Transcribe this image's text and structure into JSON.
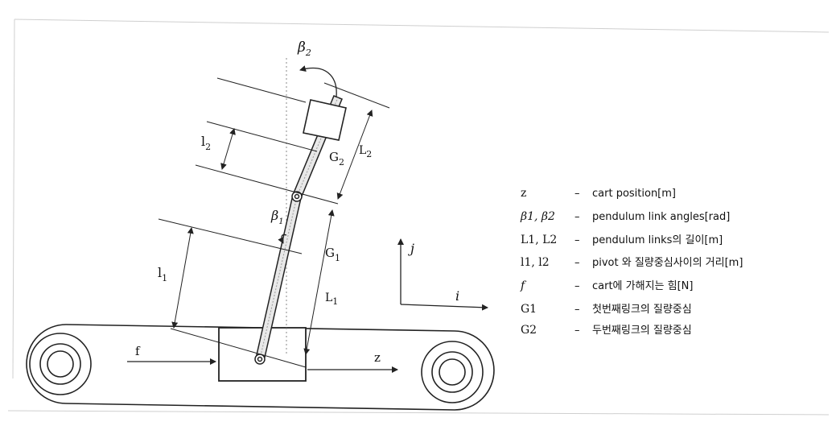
{
  "diagram": {
    "labels": {
      "beta2": "β",
      "beta2_sub": "2",
      "beta1": "β",
      "beta1_sub": "1",
      "l2": "l",
      "l2_sub": "2",
      "L2": "L",
      "L2_sub": "2",
      "G2": "G",
      "G2_sub": "2",
      "G1": "G",
      "G1_sub": "1",
      "l1": "l",
      "l1_sub": "1",
      "L1": "L",
      "L1_sub": "1",
      "f": "f",
      "z": "z",
      "axis_i": "i",
      "axis_j": "j"
    },
    "legend": [
      {
        "symbol": "z",
        "dash": "–",
        "text": "cart position[m]"
      },
      {
        "symbol": "β1, β2",
        "dash": "–",
        "text": "pendulum link angles[rad]"
      },
      {
        "symbol": "L1, L2",
        "dash": "–",
        "text": "pendulum links의 길이[m]"
      },
      {
        "symbol": "l1, l2",
        "dash": "–",
        "text": "pivot 와  질량중심사이의 거리[m]"
      },
      {
        "symbol": "f",
        "dash": "–",
        "text": "cart에 가해지는 힘[N]"
      },
      {
        "symbol": "G1",
        "dash": "–",
        "text": "첫번째링크의 질량중심"
      },
      {
        "symbol": "G2",
        "dash": "–",
        "text": "두번째링크의 질량중심"
      }
    ]
  }
}
